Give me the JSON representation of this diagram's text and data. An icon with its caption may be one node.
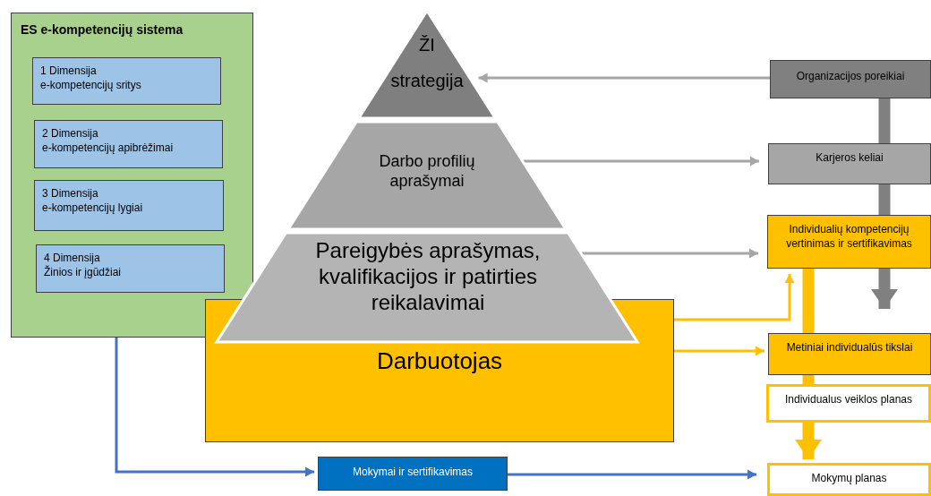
{
  "diagram": {
    "nodes": [
      {
        "text": [
          "ES e-kompetencijų sistema"
        ]
      },
      {
        "text": [
          "1 Dimensija",
          "e-kompetencijų sritys"
        ],
        "in": 0
      },
      {
        "text": [
          "2 Dimensija",
          "e-kompetencijų apibrėžimai"
        ],
        "in": 0
      },
      {
        "text": [
          "3 Dimensija",
          "e-kompetencijų lygiai"
        ],
        "in": 0
      },
      {
        "text": [
          "4 Dimensija",
          "Žinios ir įgūdžiai"
        ],
        "in": 0
      },
      {
        "text": [
          "Darbuotojas"
        ]
      },
      {
        "text": [
          "ŽI strategija"
        ]
      },
      {
        "text": [
          "Darbo profilių aprašymai"
        ]
      },
      {
        "text": [
          "Pareigybės aprašymas, kvalifikacijos ir patirties reikalavimai"
        ]
      },
      {
        "text": [
          "Organizacijos poreikiai"
        ]
      },
      {
        "text": [
          "Karjeros keliai"
        ]
      },
      {
        "text": [
          "Individualių kompetencijų vertinimas ir sertifikavimas"
        ]
      },
      {
        "text": [
          "Metiniai individualūs tikslai"
        ]
      },
      {
        "text": [
          "Individualus veiklos planas"
        ]
      },
      {
        "text": [
          "Mokymai ir sertifikavimas"
        ]
      },
      {
        "text": [
          "Mokymų planas"
        ]
      }
    ],
    "edges": [
      {
        "from": 9,
        "to": 6,
        "arrow": "to",
        "color": "#a6a6a6"
      },
      {
        "from": 7,
        "to": 10,
        "arrow": "to",
        "color": "#a6a6a6"
      },
      {
        "from": 8,
        "to": 11,
        "arrow": "to",
        "color": "#a6a6a6"
      },
      {
        "from": 11,
        "to": 12,
        "arrow": "to",
        "style": "thick",
        "color": "#808080"
      },
      {
        "from": 5,
        "to": 11,
        "arrow": "to",
        "color": "#ffc000"
      },
      {
        "from": 5,
        "to": 12,
        "arrow": "to",
        "color": "#ffc000"
      },
      {
        "from": 11,
        "to": 12,
        "arrow": "none",
        "style": "thick",
        "color": "#ffc000"
      },
      {
        "from": 0,
        "to": 14,
        "arrow": "to",
        "color": "#4472c4"
      },
      {
        "from": 14,
        "to": 15,
        "arrow": "to",
        "color": "#4472c4"
      },
      {
        "from": 12,
        "to": 13,
        "arrow": "none",
        "style": "thick",
        "color": "#ffc000"
      },
      {
        "from": 13,
        "to": 15,
        "arrow": "to",
        "style": "thick",
        "color": "#ffc000"
      },
      {
        "from": 9,
        "to": 10,
        "arrow": "none",
        "style": "thick",
        "color": "#808080"
      },
      {
        "from": 10,
        "to": 11,
        "arrow": "none",
        "style": "thick",
        "color": "#808080"
      }
    ]
  }
}
